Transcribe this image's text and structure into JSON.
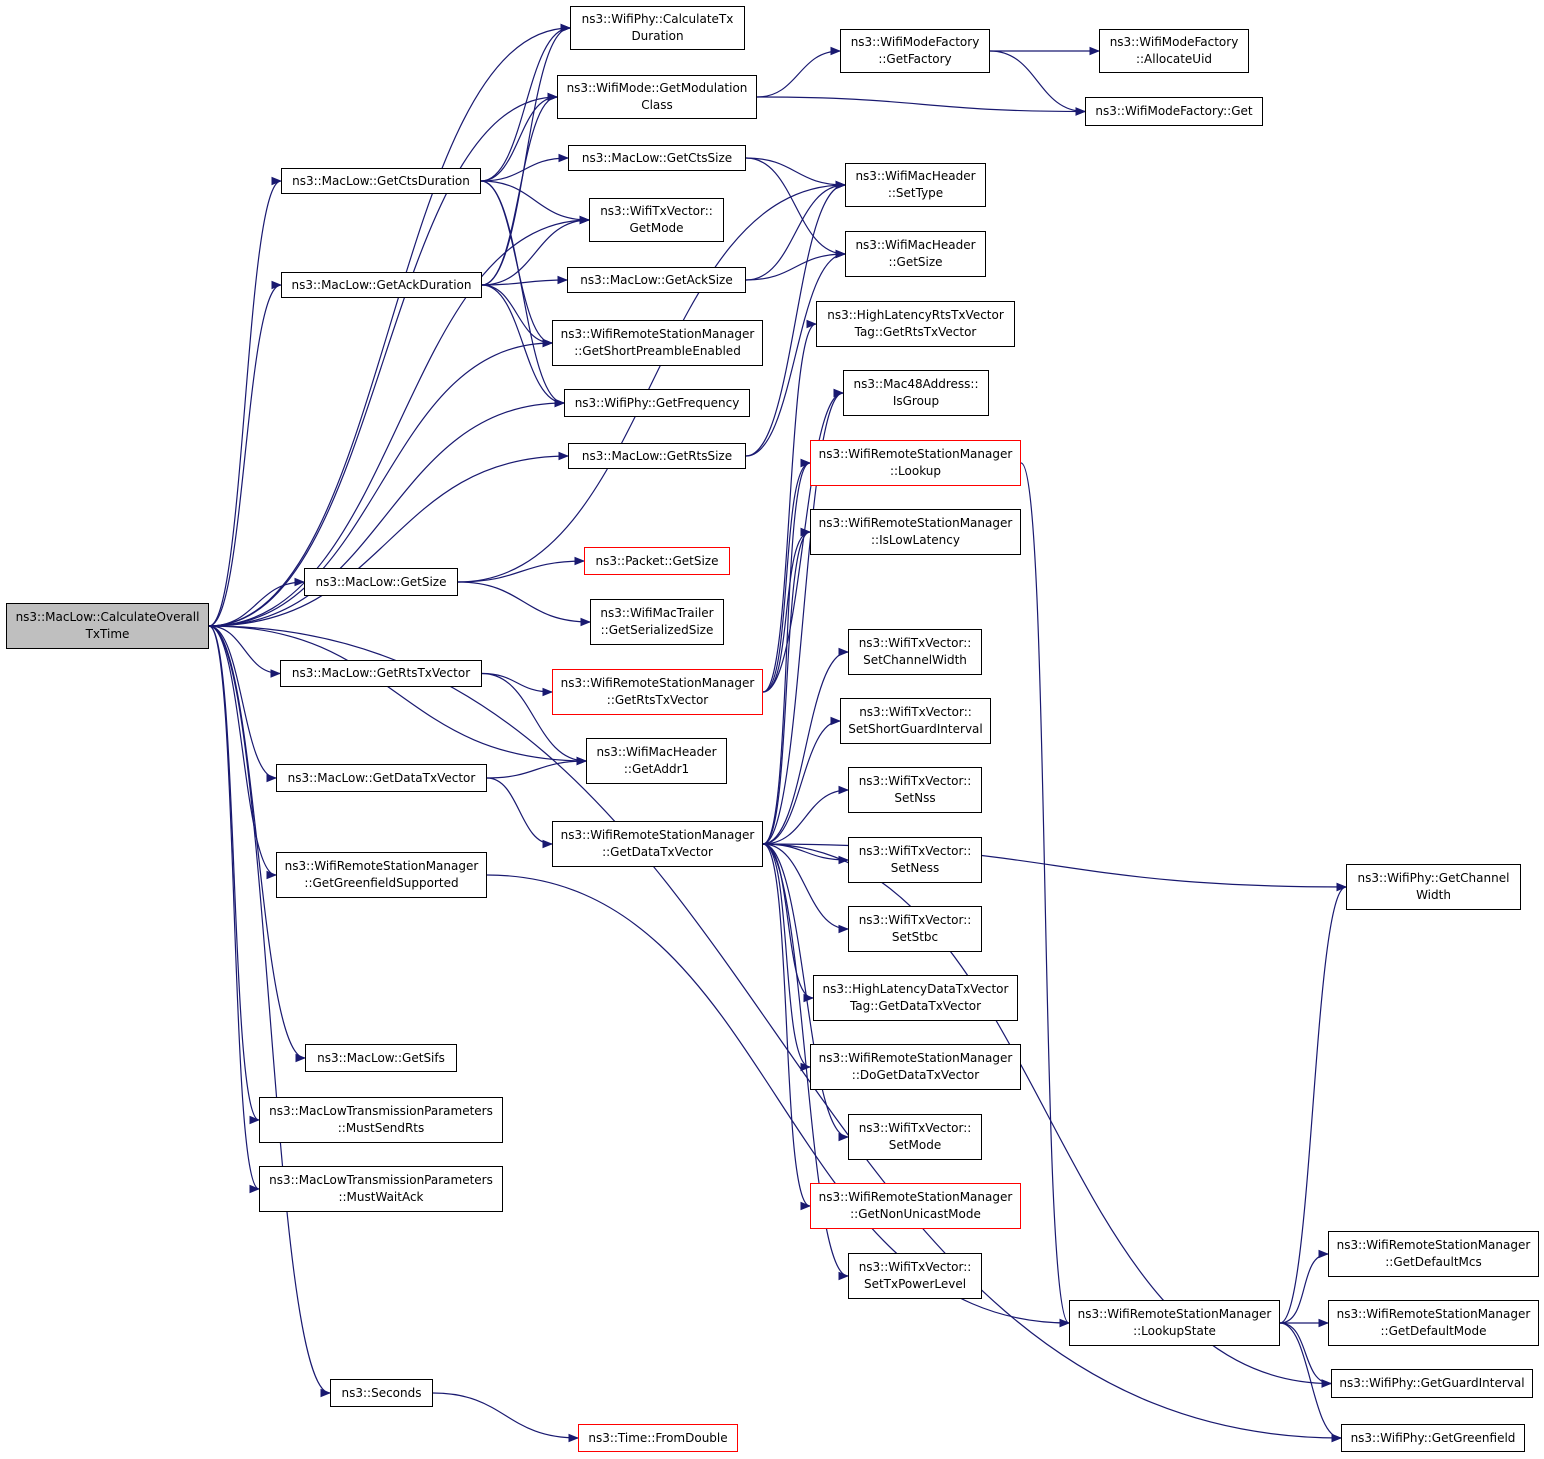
{
  "colors": {
    "edge": "#191970",
    "node_border": "#000000",
    "node_border_truncated": "#ff0000",
    "root_fill": "#bfbfbf",
    "node_fill": "#ffffff"
  },
  "nodes": {
    "root": [
      "ns3::MacLow::CalculateOverall",
      "TxTime"
    ],
    "calcTxDuration": [
      "ns3::WifiPhy::CalculateTx",
      "Duration"
    ],
    "getModClass": [
      "ns3::WifiMode::GetModulation",
      "Class"
    ],
    "modeFactoryGetFactory": [
      "ns3::WifiModeFactory",
      "::GetFactory"
    ],
    "allocateUid": [
      "ns3::WifiModeFactory",
      "::AllocateUid"
    ],
    "modeFactoryGet": [
      "ns3::WifiModeFactory::Get"
    ],
    "getCtsDuration": [
      "ns3::MacLow::GetCtsDuration"
    ],
    "getCtsSize": [
      "ns3::MacLow::GetCtsSize"
    ],
    "setType": [
      "ns3::WifiMacHeader",
      "::SetType"
    ],
    "txGetMode": [
      "ns3::WifiTxVector::",
      "GetMode"
    ],
    "getAckDuration": [
      "ns3::MacLow::GetAckDuration"
    ],
    "getAckSize": [
      "ns3::MacLow::GetAckSize"
    ],
    "hdrGetSize": [
      "ns3::WifiMacHeader",
      "::GetSize"
    ],
    "shortPreamble": [
      "ns3::WifiRemoteStationManager",
      "::GetShortPreambleEnabled"
    ],
    "hlRtsTag": [
      "ns3::HighLatencyRtsTxVector",
      "Tag::GetRtsTxVector"
    ],
    "getFrequency": [
      "ns3::WifiPhy::GetFrequency"
    ],
    "isGroup": [
      "ns3::Mac48Address::",
      "IsGroup"
    ],
    "getRtsSize": [
      "ns3::MacLow::GetRtsSize"
    ],
    "lookup": [
      "ns3::WifiRemoteStationManager",
      "::Lookup"
    ],
    "isLowLatency": [
      "ns3::WifiRemoteStationManager",
      "::IsLowLatency"
    ],
    "macGetSize": [
      "ns3::MacLow::GetSize"
    ],
    "packetGetSize": [
      "ns3::Packet::GetSize"
    ],
    "trailerSize": [
      "ns3::WifiMacTrailer",
      "::GetSerializedSize"
    ],
    "setChannelWidth": [
      "ns3::WifiTxVector::",
      "SetChannelWidth"
    ],
    "macGetRtsTxVector": [
      "ns3::MacLow::GetRtsTxVector"
    ],
    "wrsmGetRtsTxVector": [
      "ns3::WifiRemoteStationManager",
      "::GetRtsTxVector"
    ],
    "setShortGI": [
      "ns3::WifiTxVector::",
      "SetShortGuardInterval"
    ],
    "getAddr1": [
      "ns3::WifiMacHeader",
      "::GetAddr1"
    ],
    "macGetDataTxVector": [
      "ns3::MacLow::GetDataTxVector"
    ],
    "setNss": [
      "ns3::WifiTxVector::",
      "SetNss"
    ],
    "wrsmGetDataTxVector": [
      "ns3::WifiRemoteStationManager",
      "::GetDataTxVector"
    ],
    "setNess": [
      "ns3::WifiTxVector::",
      "SetNess"
    ],
    "greenfieldSupported": [
      "ns3::WifiRemoteStationManager",
      "::GetGreenfieldSupported"
    ],
    "phyChannelWidth": [
      "ns3::WifiPhy::GetChannel",
      "Width"
    ],
    "setStbc": [
      "ns3::WifiTxVector::",
      "SetStbc"
    ],
    "hlDataTag": [
      "ns3::HighLatencyDataTxVector",
      "Tag::GetDataTxVector"
    ],
    "getSifs": [
      "ns3::MacLow::GetSifs"
    ],
    "doGetDataTxVector": [
      "ns3::WifiRemoteStationManager",
      "::DoGetDataTxVector"
    ],
    "mustSendRts": [
      "ns3::MacLowTransmissionParameters",
      "::MustSendRts"
    ],
    "setMode": [
      "ns3::WifiTxVector::",
      "SetMode"
    ],
    "mustWaitAck": [
      "ns3::MacLowTransmissionParameters",
      "::MustWaitAck"
    ],
    "nonUnicastMode": [
      "ns3::WifiRemoteStationManager",
      "::GetNonUnicastMode"
    ],
    "defaultMcs": [
      "ns3::WifiRemoteStationManager",
      "::GetDefaultMcs"
    ],
    "setTxPowerLevel": [
      "ns3::WifiTxVector::",
      "SetTxPowerLevel"
    ],
    "lookupState": [
      "ns3::WifiRemoteStationManager",
      "::LookupState"
    ],
    "defaultMode": [
      "ns3::WifiRemoteStationManager",
      "::GetDefaultMode"
    ],
    "seconds": [
      "ns3::Seconds"
    ],
    "guardInterval": [
      "ns3::WifiPhy::GetGuardInterval"
    ],
    "timeFromDouble": [
      "ns3::Time::FromDouble"
    ],
    "phyGreenfield": [
      "ns3::WifiPhy::GetGreenfield"
    ]
  },
  "edges": [
    [
      "root",
      "calcTxDuration"
    ],
    [
      "root",
      "getModClass"
    ],
    [
      "root",
      "getCtsDuration"
    ],
    [
      "root",
      "txGetMode"
    ],
    [
      "root",
      "getAckDuration"
    ],
    [
      "root",
      "shortPreamble"
    ],
    [
      "root",
      "getFrequency"
    ],
    [
      "root",
      "getRtsSize"
    ],
    [
      "root",
      "macGetSize"
    ],
    [
      "root",
      "macGetRtsTxVector"
    ],
    [
      "root",
      "getAddr1"
    ],
    [
      "root",
      "macGetDataTxVector"
    ],
    [
      "root",
      "greenfieldSupported"
    ],
    [
      "root",
      "getSifs"
    ],
    [
      "root",
      "mustSendRts"
    ],
    [
      "root",
      "mustWaitAck"
    ],
    [
      "root",
      "seconds"
    ],
    [
      "root",
      "phyGreenfield"
    ],
    [
      "getModClass",
      "modeFactoryGetFactory"
    ],
    [
      "getModClass",
      "modeFactoryGet"
    ],
    [
      "modeFactoryGetFactory",
      "allocateUid"
    ],
    [
      "modeFactoryGetFactory",
      "modeFactoryGet"
    ],
    [
      "getCtsDuration",
      "calcTxDuration"
    ],
    [
      "getCtsDuration",
      "getModClass"
    ],
    [
      "getCtsDuration",
      "getCtsSize"
    ],
    [
      "getCtsDuration",
      "txGetMode"
    ],
    [
      "getCtsDuration",
      "shortPreamble"
    ],
    [
      "getCtsDuration",
      "getFrequency"
    ],
    [
      "getCtsSize",
      "setType"
    ],
    [
      "getCtsSize",
      "hdrGetSize"
    ],
    [
      "getAckDuration",
      "calcTxDuration"
    ],
    [
      "getAckDuration",
      "getModClass"
    ],
    [
      "getAckDuration",
      "txGetMode"
    ],
    [
      "getAckDuration",
      "getAckSize"
    ],
    [
      "getAckDuration",
      "shortPreamble"
    ],
    [
      "getAckDuration",
      "getFrequency"
    ],
    [
      "getAckSize",
      "setType"
    ],
    [
      "getAckSize",
      "hdrGetSize"
    ],
    [
      "getRtsSize",
      "setType"
    ],
    [
      "getRtsSize",
      "hdrGetSize"
    ],
    [
      "macGetSize",
      "packetGetSize"
    ],
    [
      "macGetSize",
      "trailerSize"
    ],
    [
      "macGetSize",
      "setType"
    ],
    [
      "macGetRtsTxVector",
      "wrsmGetRtsTxVector"
    ],
    [
      "macGetRtsTxVector",
      "getAddr1"
    ],
    [
      "wrsmGetRtsTxVector",
      "hlRtsTag"
    ],
    [
      "wrsmGetRtsTxVector",
      "isGroup"
    ],
    [
      "wrsmGetRtsTxVector",
      "lookup"
    ],
    [
      "wrsmGetRtsTxVector",
      "isLowLatency"
    ],
    [
      "macGetDataTxVector",
      "getAddr1"
    ],
    [
      "macGetDataTxVector",
      "wrsmGetDataTxVector"
    ],
    [
      "wrsmGetDataTxVector",
      "isGroup"
    ],
    [
      "wrsmGetDataTxVector",
      "lookup"
    ],
    [
      "wrsmGetDataTxVector",
      "isLowLatency"
    ],
    [
      "wrsmGetDataTxVector",
      "phyChannelWidth"
    ],
    [
      "wrsmGetDataTxVector",
      "setChannelWidth"
    ],
    [
      "wrsmGetDataTxVector",
      "setShortGI"
    ],
    [
      "wrsmGetDataTxVector",
      "setNss"
    ],
    [
      "wrsmGetDataTxVector",
      "setNess"
    ],
    [
      "wrsmGetDataTxVector",
      "setStbc"
    ],
    [
      "wrsmGetDataTxVector",
      "hlDataTag"
    ],
    [
      "wrsmGetDataTxVector",
      "doGetDataTxVector"
    ],
    [
      "wrsmGetDataTxVector",
      "setMode"
    ],
    [
      "wrsmGetDataTxVector",
      "nonUnicastMode"
    ],
    [
      "wrsmGetDataTxVector",
      "setTxPowerLevel"
    ],
    [
      "wrsmGetDataTxVector",
      "guardInterval"
    ],
    [
      "greenfieldSupported",
      "lookupState"
    ],
    [
      "lookup",
      "lookupState"
    ],
    [
      "lookupState",
      "phyChannelWidth"
    ],
    [
      "lookupState",
      "defaultMcs"
    ],
    [
      "lookupState",
      "defaultMode"
    ],
    [
      "lookupState",
      "guardInterval"
    ],
    [
      "lookupState",
      "phyGreenfield"
    ],
    [
      "seconds",
      "timeFromDouble"
    ]
  ]
}
